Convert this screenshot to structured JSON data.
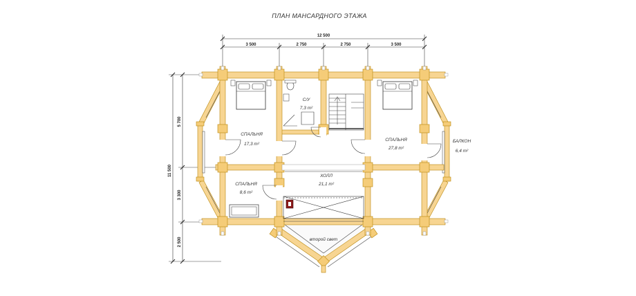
{
  "title": "ПЛАН МАНСАРДНОГО ЭТАЖА",
  "dimensions": {
    "total_width": "12 500",
    "segments_top": [
      "3 500",
      "2 750",
      "2 750",
      "3 500"
    ],
    "total_height": "11 500",
    "segments_left": [
      "5 700",
      "3 300",
      "2 500"
    ]
  },
  "rooms": {
    "bedroom_left_top": {
      "name": "СПАЛЬНЯ",
      "area": "17,3 m²"
    },
    "bathroom": {
      "name": "С/У",
      "area": "7,3 m²"
    },
    "bedroom_right": {
      "name": "СПАЛЬНЯ",
      "area": "27,8 m²"
    },
    "balcony": {
      "name": "БАЛКОН",
      "area": "6,4 m²"
    },
    "hall": {
      "name": "ХОЛЛ",
      "area": "21,1 m²"
    },
    "bedroom_left_bottom": {
      "name": "СПАЛЬНЯ",
      "area": "8,6 m²"
    },
    "second_light": {
      "name": "второй свет"
    }
  },
  "colors": {
    "log_wall": "#f7d592",
    "log_stroke": "#b8860b",
    "chimney": "#8b1a1a"
  }
}
